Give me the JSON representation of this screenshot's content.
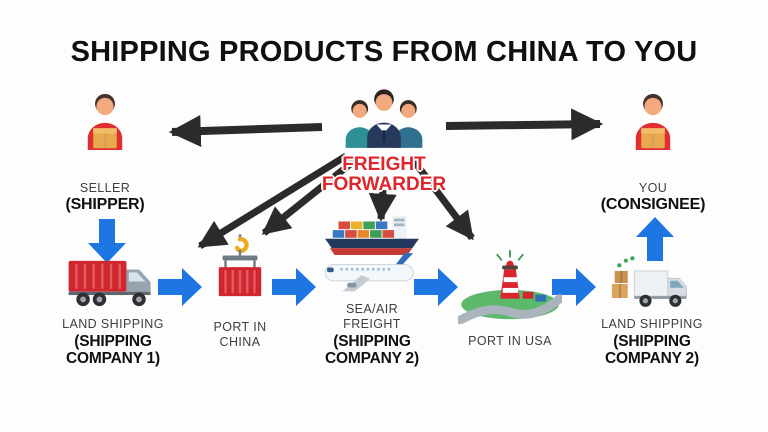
{
  "colors": {
    "accent_blue": "#1d76e2",
    "brand_red": "#e0262c",
    "ink": "#101010",
    "label_gray": "#3f3f3f",
    "arrow_black": "#2b2b2b"
  },
  "title": "SHIPPING PRODUCTS FROM CHINA TO YOU",
  "freight_forwarder": {
    "label": "FREIGHT FORWARDER"
  },
  "seller": {
    "label": "SELLER",
    "sublabel": "(SHIPPER)"
  },
  "consignee": {
    "label": "YOU",
    "sublabel": "(CONSIGNEE)"
  },
  "chain": [
    {
      "icon": "truck-icon",
      "label": "LAND SHIPPING",
      "sublabel": "(SHIPPING COMPANY 1)"
    },
    {
      "icon": "container-crane-icon",
      "label": "PORT IN CHINA"
    },
    {
      "icon": "ship-plane-icon",
      "label": "SEA/AIR FREIGHT",
      "sublabel": "(SHIPPING COMPANY 2)"
    },
    {
      "icon": "lighthouse-port-icon",
      "label": "PORT IN USA"
    },
    {
      "icon": "delivery-van-icon",
      "label": "LAND SHIPPING",
      "sublabel": "(SHIPPING COMPANY 2)"
    }
  ]
}
